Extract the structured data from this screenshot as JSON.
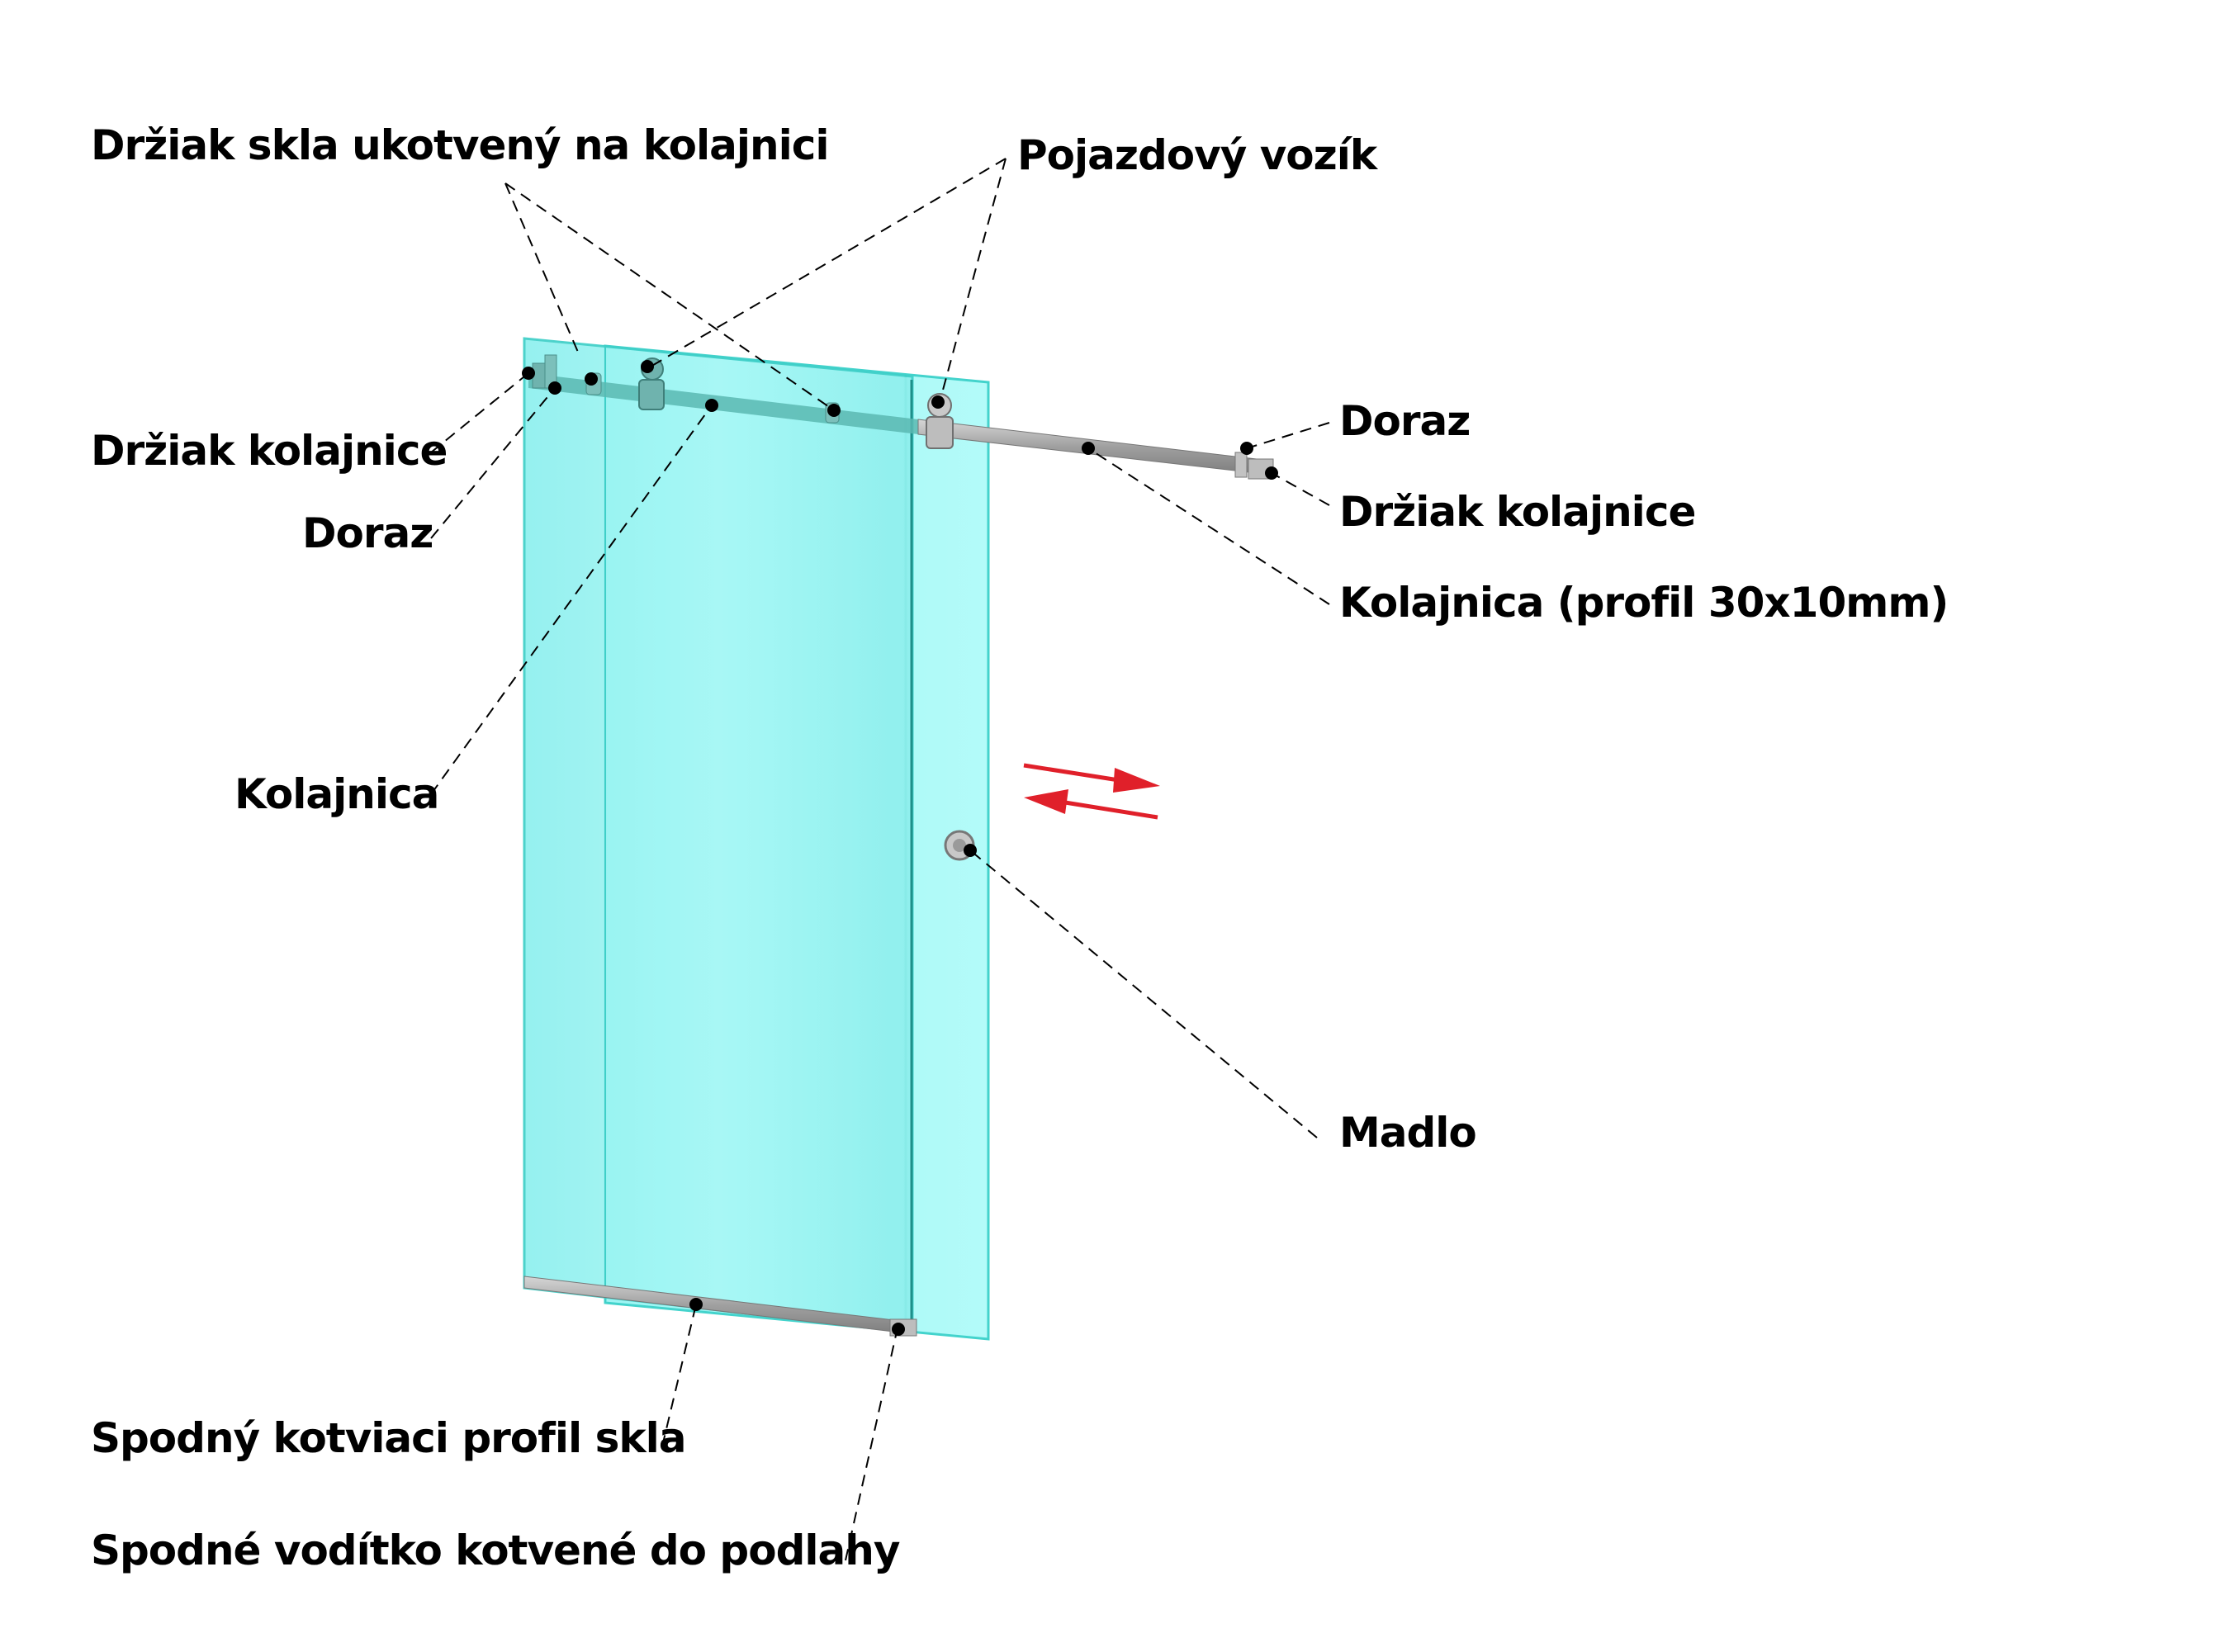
{
  "labels": {
    "glass_holder_on_rail": "Držiak skla ukotvený na kolajnici",
    "carriage": "Pojazdový vozík",
    "rail_holder_left": "Držiak kolajnice",
    "stop_left": "Doraz",
    "stop_right": "Doraz",
    "rail_holder_right": "Držiak kolajnice",
    "rail_profile": "Kolajnica (profil 30x10mm)",
    "rail": "Kolajnica",
    "handle": "Madlo",
    "bottom_profile": "Spodný kotviaci  profil skla",
    "bottom_guide": "Spodné vodítko kotvené do podlahy"
  },
  "colors": {
    "glass_fill": "#9ff5f3",
    "glass_edge": "#3fcfc8",
    "metal": "#a9a9a9",
    "leader": "#000000",
    "arrow": "#e0202a"
  }
}
